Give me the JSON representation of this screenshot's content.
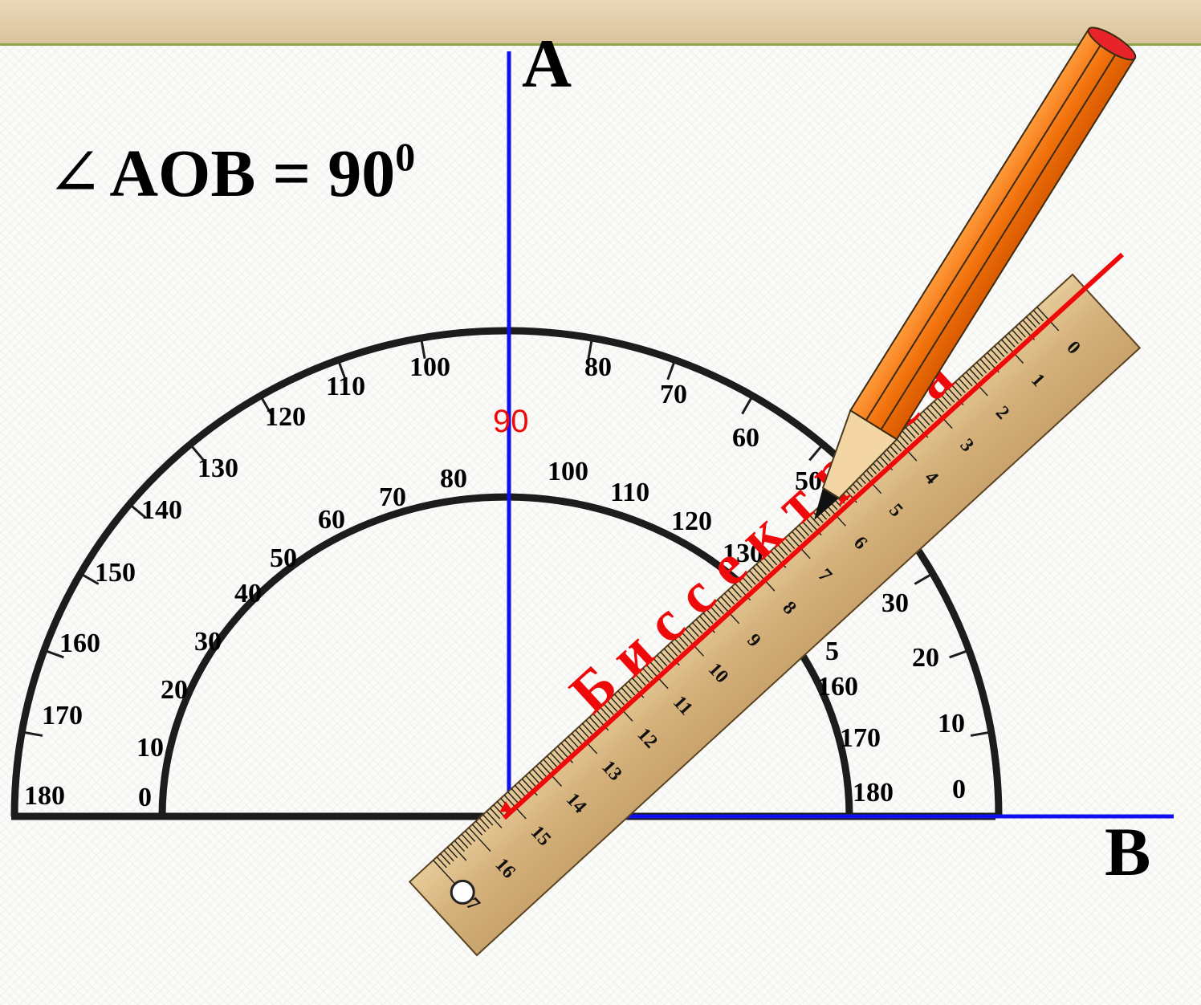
{
  "slide": {
    "accent_bar_color": "#e1cca7",
    "accent_line_color": "#8ea447"
  },
  "angle_label": {
    "symbol": "∠",
    "text": "AOB = 90",
    "superscript": "0"
  },
  "points": {
    "A": "A",
    "B": "B"
  },
  "protractor": {
    "center_marker": "90",
    "outer_scale_left": [
      "180",
      "170",
      "160",
      "150",
      "140",
      "130",
      "120",
      "110",
      "100"
    ],
    "outer_scale_right": [
      "80",
      "70",
      "60",
      "50"
    ],
    "inner_scale_left": [
      "0",
      "10",
      "20",
      "30",
      "40",
      "50",
      "60",
      "70",
      "80"
    ],
    "inner_scale_right": [
      "100",
      "110",
      "120",
      "130"
    ],
    "lower_right_outer": [
      "20",
      "10",
      "0"
    ],
    "lower_right_inner": [
      "160",
      "170",
      "180"
    ],
    "partial_labels": [
      "30",
      "5"
    ]
  },
  "bisector_label": "Биссектриса",
  "ruler": {
    "numbers": [
      "0",
      "1",
      "2",
      "3",
      "4",
      "5",
      "6",
      "7",
      "8",
      "9",
      "10",
      "11",
      "12",
      "13",
      "14",
      "15",
      "16",
      "17"
    ]
  },
  "colors": {
    "axis": "#1010ee",
    "bisector": "#ee0a0a",
    "protractor": "#1c1c1c",
    "ruler": "#d8b782",
    "pencil": "#f07a10"
  }
}
